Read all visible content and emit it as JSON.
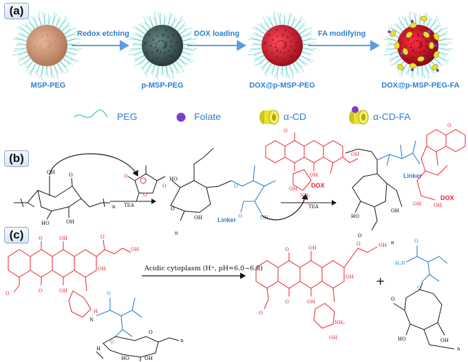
{
  "panels": {
    "a": "(a)",
    "b": "(b)",
    "c": "(c)"
  },
  "nanoparticles": [
    "MSP-PEG",
    "p-MSP-PEG",
    "DOX@p-MSP-PEG",
    "DOX@p-MSP-PEG-FA"
  ],
  "steps": [
    "Redox etching",
    "DOX loading",
    "FA modifying"
  ],
  "legend": [
    "PEG",
    "Folate",
    "α-CD",
    "α-CD-FA"
  ],
  "scheme_b": {
    "reagent1": "TEA",
    "reagent2": "TEA",
    "linker1": "Linker",
    "linker2": "Linker",
    "dox1": "DOX",
    "dox2": "DOX",
    "n": "n"
  },
  "scheme_c": {
    "condition": "Acidic cytoplasm (H⁺, pH=6.0~6.8)",
    "plus": "+"
  },
  "colors": {
    "accent_blue": "#2d7fd3",
    "dox_red": "#e8202a",
    "peg_cyan": "#5fd3c9",
    "folate_purple": "#7a3fc9",
    "cd_yellow": "#e6e12a"
  }
}
